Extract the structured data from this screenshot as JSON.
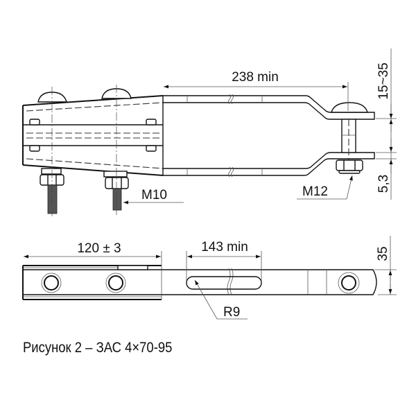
{
  "figure": {
    "caption": "Рисунок 2 – ЗАС 4×70-95",
    "top_view": {
      "dim_length": "238 min",
      "dim_gap": "15~35",
      "dim_plate": "5,3",
      "label_bolt_left": "M10",
      "label_bolt_right": "M12"
    },
    "bottom_view": {
      "dim_clamp": "120 ± 3",
      "dim_slot": "143 min",
      "dim_width": "35",
      "label_radius": "R9"
    }
  }
}
